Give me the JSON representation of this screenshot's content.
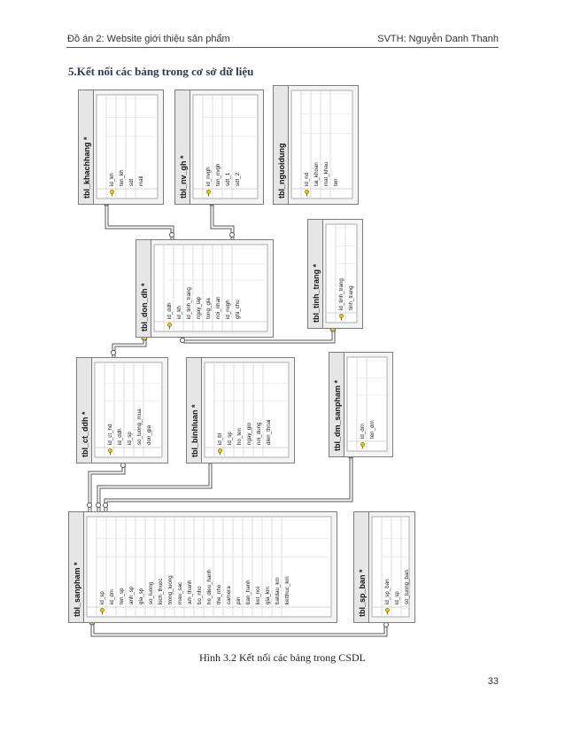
{
  "header": {
    "left": "Đồ án 2: Website giới thiệu sản phẩm",
    "right": "SVTH: Nguyễn Danh Thanh"
  },
  "section_title": "5.Kết nối các bảng trong cơ sở dữ liệu",
  "tables": [
    {
      "name": "tbl_khachhang *",
      "columns": [
        "id_kh",
        "ten_kh",
        "sdt",
        "mail"
      ]
    },
    {
      "name": "tbl_nv_gh *",
      "columns": [
        "id_nvgh",
        "ten_nvgh",
        "sdt_1",
        "sdt_2"
      ]
    },
    {
      "name": "tbl_nguoidung",
      "columns": [
        "id_nd",
        "tai_khoan",
        "mat_khau",
        "ten"
      ]
    },
    {
      "name": "tbl_don_dh *",
      "columns": [
        "id_ddh",
        "id_kh",
        "id_tinh_trang",
        "ngay_lap",
        "tong_gia",
        "noi_nhan",
        "id_nvgh",
        "ghi_chu"
      ]
    },
    {
      "name": "tbl_tinh_trang *",
      "columns": [
        "id_tinh_trang",
        "tinh_trang"
      ]
    },
    {
      "name": "tbl_ct_ddh *",
      "columns": [
        "id_ct_hd",
        "id_ddh",
        "id_sp",
        "so_luong_mua",
        "don_gia"
      ]
    },
    {
      "name": "tbl_binhluan *",
      "columns": [
        "id_bl",
        "id_sp",
        "ho_ten",
        "ngay_gio",
        "noi_dung",
        "dien_thoai"
      ]
    },
    {
      "name": "tbl_dm_sanpham *",
      "columns": [
        "id_dm",
        "ten_dm"
      ]
    },
    {
      "name": "tbl_sanpham *",
      "columns": [
        "id_sp",
        "id_dm",
        "ten_sp",
        "anh_sp",
        "gia_sp",
        "so_luong",
        "kich_thuoc",
        "trong_luong",
        "mau_sac",
        "am_thanh",
        "bo_nho",
        "he_dieu_hanh",
        "the_nho",
        "camera",
        "pin",
        "bao_hanh",
        "ket_noi",
        "gia_km",
        "batdau_km",
        "ketthuc_km"
      ]
    },
    {
      "name": "tbl_sp_ban *",
      "columns": [
        "id_sp_ban",
        "id_sp",
        "so_luong_ban"
      ]
    }
  ],
  "caption": "Hình 3.2 Kết nối các bảng trong CSDL",
  "page_number": "33"
}
